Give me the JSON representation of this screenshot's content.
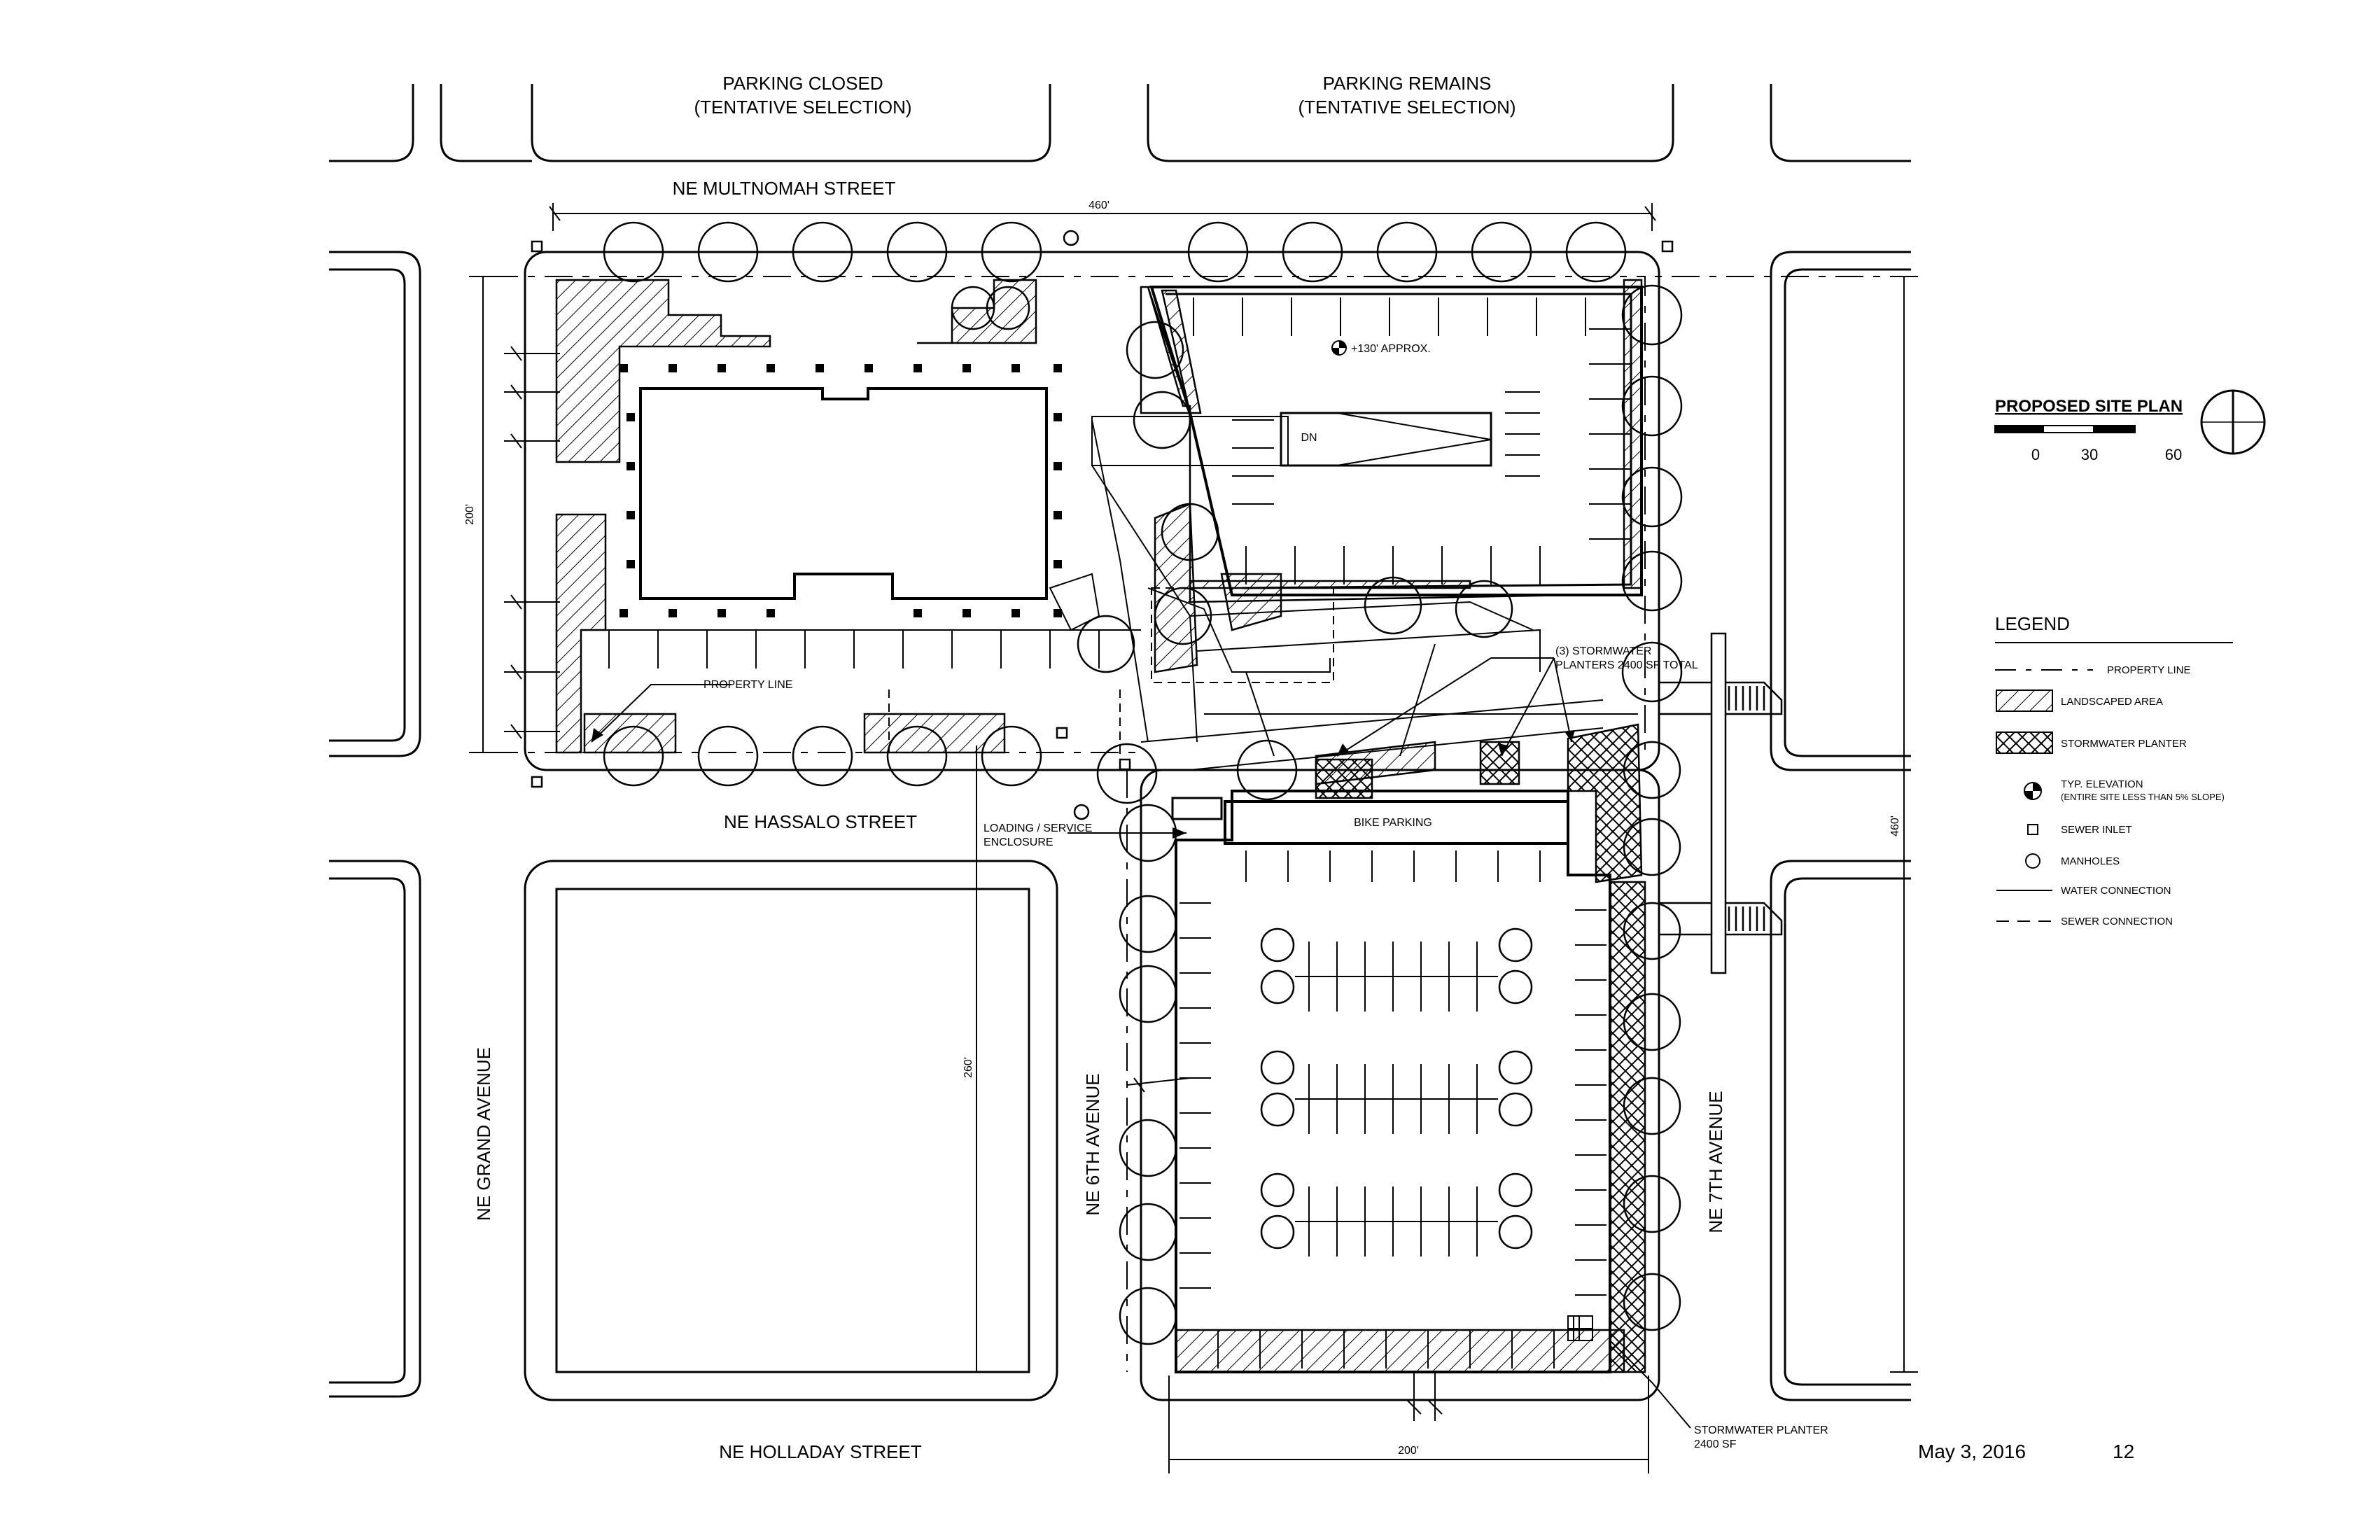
{
  "streets": {
    "multnomah": "NE MULTNOMAH STREET",
    "hassalo": "NE HASSALO STREET",
    "holladay": "NE HOLLADAY STREET",
    "grand": "NE GRAND AVENUE",
    "sixth": "NE 6TH AVENUE",
    "seventh": "NE 7TH AVENUE"
  },
  "parking_notes": {
    "closed_line1": "PARKING CLOSED",
    "closed_line2": "(TENTATIVE SELECTION)",
    "remains_line1": "PARKING REMAINS",
    "remains_line2": "(TENTATIVE SELECTION)"
  },
  "dimensions": {
    "top_width": "460'",
    "left_height": "200'",
    "lower_height": "260'",
    "right_height": "460'",
    "bottom_width": "200'"
  },
  "callouts": {
    "property_line": "PROPERTY LINE",
    "loading_line1": "LOADING / SERVICE",
    "loading_line2": "ENCLOSURE",
    "bike_parking": "BIKE PARKING",
    "dn": "DN",
    "elevation": "+130' APPROX.",
    "planters_line1": "(3) STORMWATER",
    "planters_line2": "PLANTERS 2400 SF TOTAL",
    "planter_line1": "STORMWATER PLANTER",
    "planter_line2": "2400 SF"
  },
  "title_block": {
    "title": "PROPOSED SITE PLAN",
    "scale": [
      "0",
      "30",
      "60"
    ]
  },
  "legend": {
    "heading": "LEGEND",
    "items": [
      {
        "symbol": "dashed-line",
        "label": "PROPERTY LINE"
      },
      {
        "symbol": "hatch",
        "label": "LANDSCAPED AREA"
      },
      {
        "symbol": "crosshatch",
        "label": "STORMWATER PLANTER"
      },
      {
        "symbol": "elevation-marker",
        "label": "TYP. ELEVATION",
        "sublabel": "(ENTIRE SITE LESS THAN 5% SLOPE)"
      },
      {
        "symbol": "square",
        "label": "SEWER INLET"
      },
      {
        "symbol": "circle",
        "label": "MANHOLES"
      },
      {
        "symbol": "solid-line",
        "label": "WATER CONNECTION"
      },
      {
        "symbol": "short-dash-line",
        "label": "SEWER CONNECTION"
      }
    ]
  },
  "footer": {
    "date": "May 3, 2016",
    "page": "12"
  }
}
